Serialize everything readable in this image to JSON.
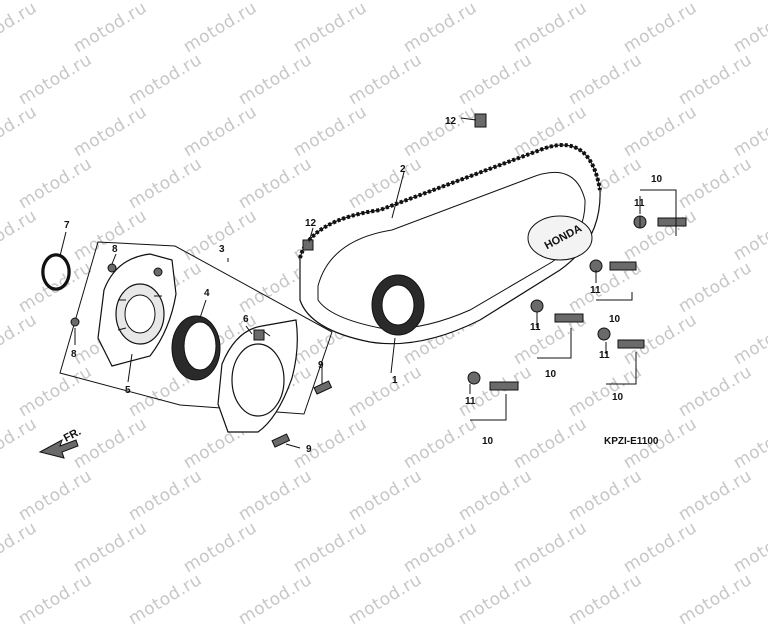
{
  "watermark": "motod.ru",
  "diagram_code": "KPZI-E1100",
  "direction_label": "FR.",
  "brand_mark": "HONDA",
  "callouts": {
    "c1": "1",
    "c2": "2",
    "c3": "3",
    "c4": "4",
    "c5": "5",
    "c6": "6",
    "c7": "7",
    "c8a": "8",
    "c8b": "8",
    "c9a": "9",
    "c9b": "9",
    "c10a": "10",
    "c10b": "10",
    "c10c": "10",
    "c10d": "10",
    "c10e": "10",
    "c11a": "11",
    "c11b": "11",
    "c11c": "11",
    "c11d": "11",
    "c11e": "11",
    "c12a": "12",
    "c12b": "12"
  }
}
